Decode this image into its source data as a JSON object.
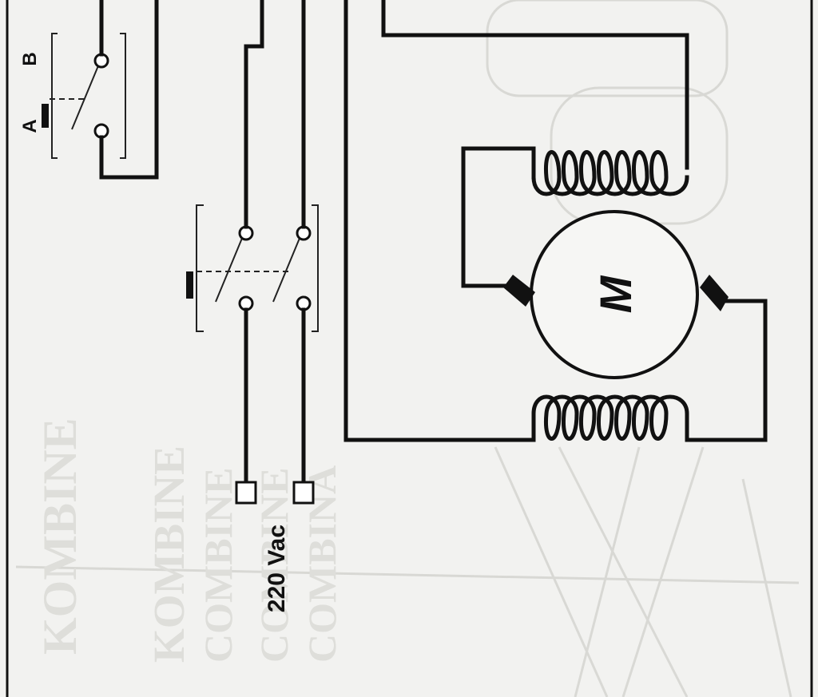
{
  "labels": {
    "switch_a": "A",
    "switch_b": "B",
    "motor": "M",
    "supply": "220 Vac"
  },
  "colors": {
    "ink": "#111111",
    "paper": "#f2f2f0",
    "bleed": "#d8d8d4"
  }
}
